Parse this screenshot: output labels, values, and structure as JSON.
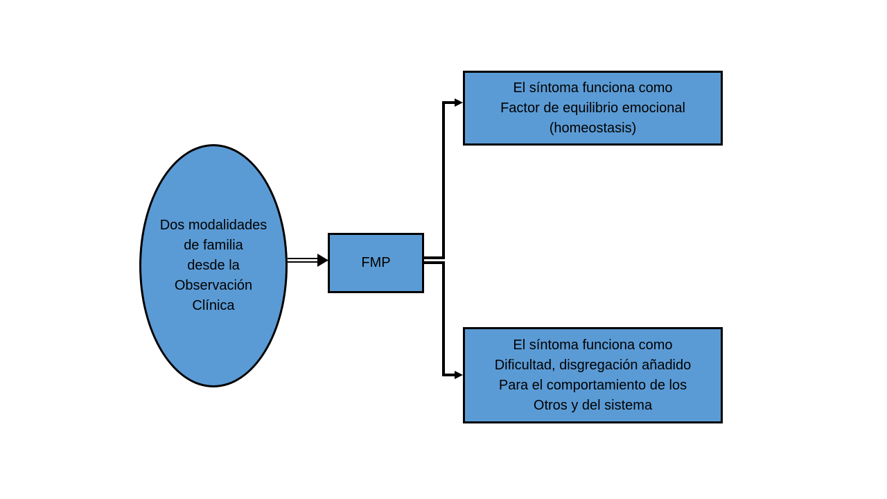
{
  "diagram": {
    "colors": {
      "fill": "#5b9bd5",
      "stroke": "#000000",
      "text": "#000000",
      "background": "#ffffff"
    },
    "oval": {
      "lines": [
        "Dos modalidades",
        "de familia",
        "desde la",
        "Observación",
        "Clínica"
      ]
    },
    "center_box": {
      "label": "FMP"
    },
    "top_box": {
      "lines": [
        "El síntoma funciona como",
        "Factor de equilibrio  emocional",
        "(homeostasis)"
      ]
    },
    "bottom_box": {
      "lines": [
        "El síntoma funciona como",
        "Dificultad, disgregación  añadido",
        "Para el comportamiento de los",
        "Otros y del sistema"
      ]
    }
  }
}
